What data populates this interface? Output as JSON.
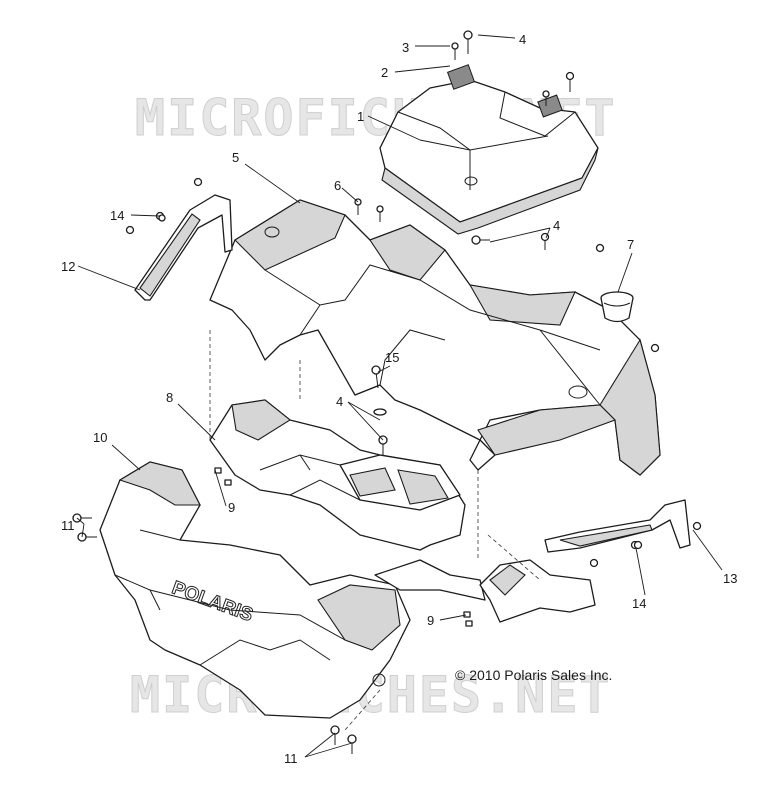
{
  "watermark": "MICROFICHES.NET",
  "copyright": "© 2010 Polaris Sales Inc.",
  "brand_text": "POLARIS",
  "callouts": {
    "c1": "1",
    "c2": "2",
    "c3": "3",
    "c4a": "4",
    "c4b": "4",
    "c4c": "4",
    "c5": "5",
    "c6": "6",
    "c7": "7",
    "c8": "8",
    "c9a": "9",
    "c9b": "9",
    "c10": "10",
    "c11a": "11",
    "c11b": "11",
    "c12": "12",
    "c13": "13",
    "c14a": "14",
    "c14b": "14",
    "c15": "15"
  }
}
